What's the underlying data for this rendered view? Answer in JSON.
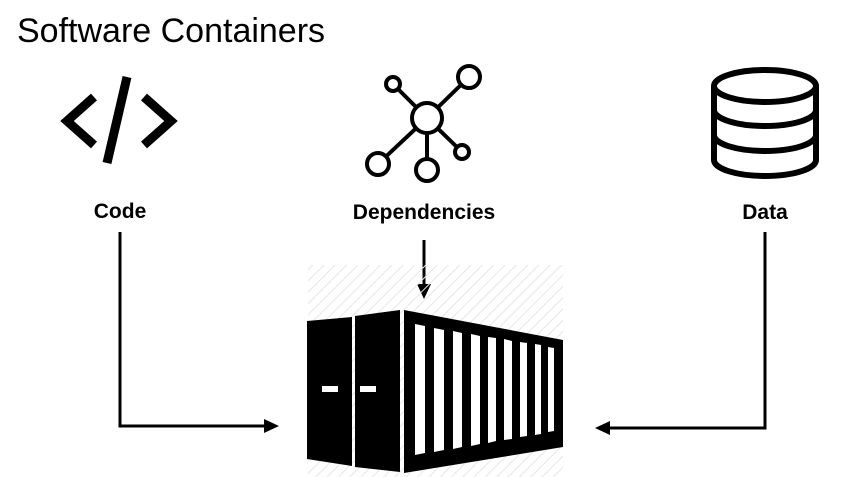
{
  "title": "Software Containers",
  "inputs": [
    {
      "label": "Code",
      "icon": "code-icon"
    },
    {
      "label": "Dependencies",
      "icon": "network-nodes-icon"
    },
    {
      "label": "Data",
      "icon": "database-icon"
    }
  ],
  "target": {
    "icon": "shipping-container-icon"
  },
  "colors": {
    "ink": "#000000",
    "background": "#ffffff"
  }
}
